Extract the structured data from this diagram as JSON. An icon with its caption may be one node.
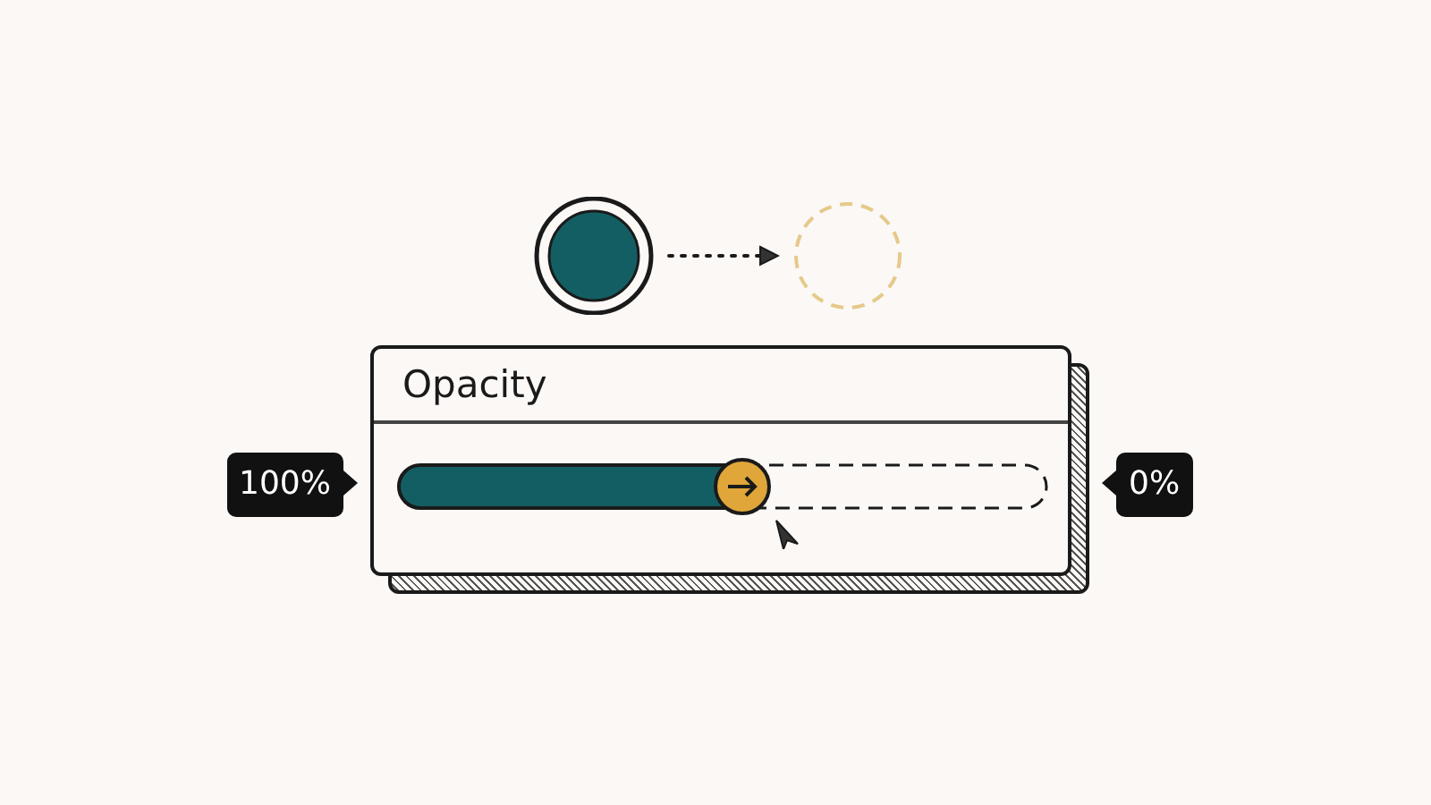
{
  "diagram": {
    "nodes": [
      {
        "text": [],
        "shape": "circle"
      },
      {
        "text": [],
        "shape": "circle"
      },
      {
        "text": [
          "Opacity"
        ]
      }
    ],
    "edges": [
      {
        "from": 0,
        "to": 1,
        "arrow": "to",
        "style": "dashed"
      }
    ],
    "labels": [
      "100%",
      "0%"
    ]
  }
}
